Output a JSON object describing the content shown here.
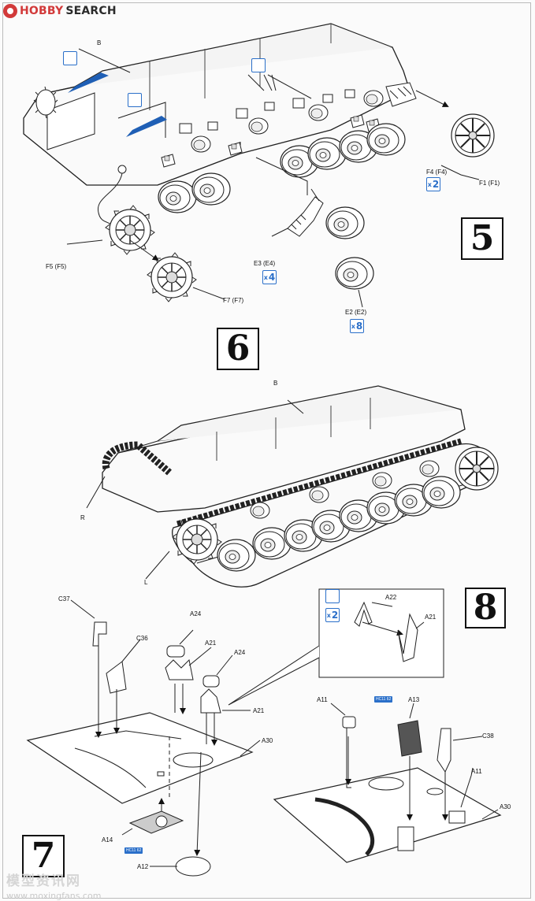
{
  "watermark_top": {
    "logo_text": "HOBBY",
    "search_text": "SEARCH"
  },
  "watermark_bottom": {
    "chinese_text": "模型资讯网",
    "url": "www.moxingfans.com"
  },
  "steps": [
    {
      "number": "5"
    },
    {
      "number": "6"
    },
    {
      "number": "7"
    },
    {
      "number": "8"
    }
  ],
  "step5": {
    "labels": {
      "hull": "B",
      "f4": "F4 (F4)",
      "f1": "F1 (F1)",
      "f5": "F5 (F5)",
      "f7": "F7 (F7)",
      "e3": "E3 (E4)",
      "e2": "E2 (E2)"
    },
    "quantities": {
      "f4": "2",
      "e3": "4",
      "e2": "8"
    }
  },
  "step6": {
    "labels": {
      "hull": "B",
      "right": "R",
      "left": "L"
    }
  },
  "step7": {
    "labels": {
      "c37": "C37",
      "c36": "C36",
      "a24_1": "A24",
      "a21_1": "A21",
      "a24_2": "A24",
      "a21_2": "A21",
      "a30_left": "A30",
      "a14": "A14",
      "a12": "A12",
      "a11_1": "A11",
      "a13": "A13",
      "c38": "C38",
      "a11_2": "A11",
      "a30_right": "A30"
    },
    "hobby_tag": "HC11 62"
  },
  "step8": {
    "labels": {
      "a22": "A22",
      "a21": "A21"
    },
    "quantity": "2"
  },
  "colors": {
    "accent_blue": "#2a6fc9",
    "callout_blue": "#1f5fb5",
    "line": "#222222"
  }
}
